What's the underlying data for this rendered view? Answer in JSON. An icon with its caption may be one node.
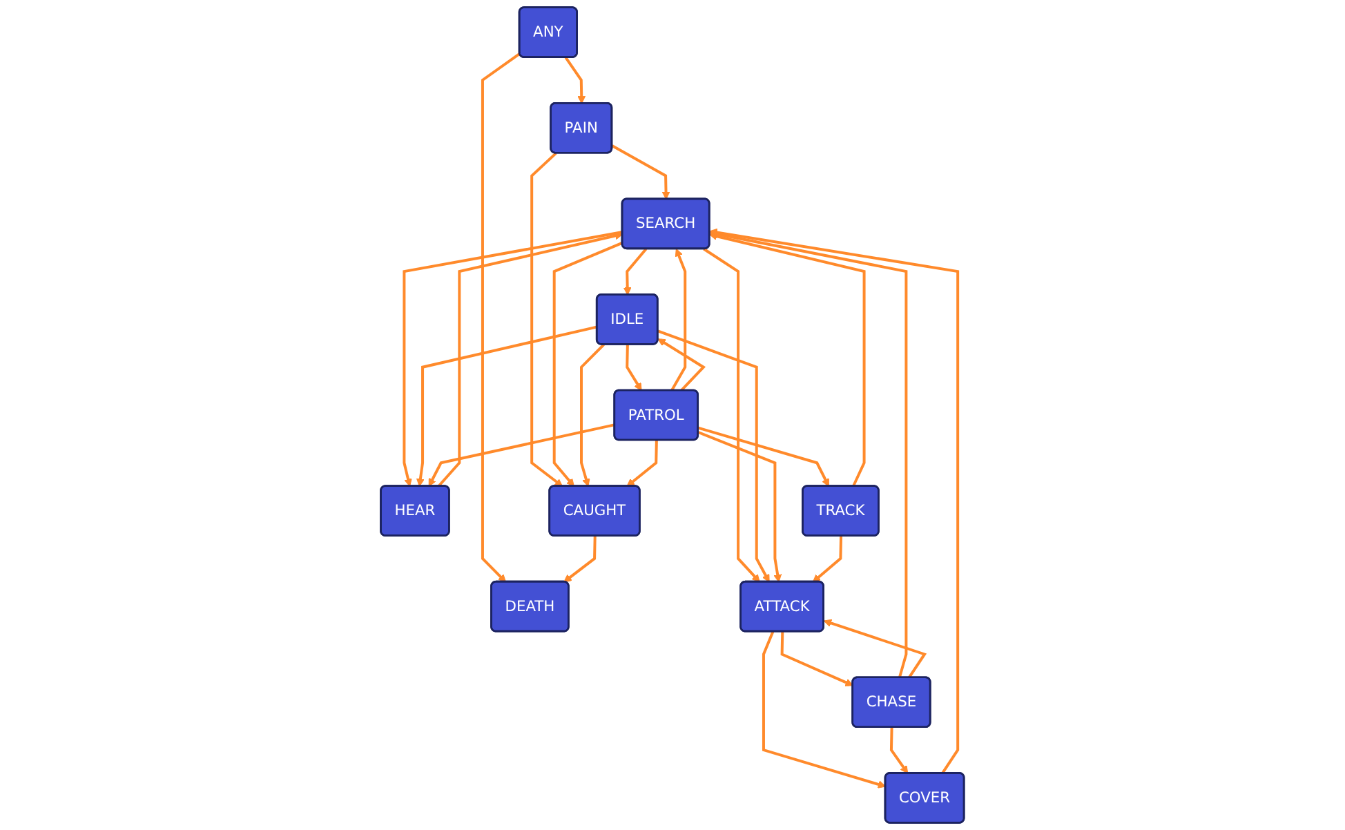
{
  "diagram": {
    "nodes": [
      {
        "text": [
          "PAIN"
        ]
      },
      {
        "text": [
          "ANY"
        ]
      },
      {
        "text": [
          "DEATH"
        ]
      },
      {
        "text": [
          "HEAR"
        ]
      },
      {
        "text": [
          "SEARCH"
        ]
      },
      {
        "text": [
          "CAUGHT"
        ]
      },
      {
        "text": [
          "IDLE"
        ]
      },
      {
        "text": [
          "PATROL"
        ]
      },
      {
        "text": [
          "TRACK"
        ]
      },
      {
        "text": [
          "ATTACK"
        ]
      },
      {
        "text": [
          "COVER"
        ]
      },
      {
        "text": [
          "CHASE"
        ]
      }
    ],
    "edges": [
      {
        "from": 1,
        "to": 0,
        "arrow": "to"
      },
      {
        "from": 1,
        "to": 2,
        "arrow": "to"
      },
      {
        "from": 0,
        "to": 4,
        "arrow": "to"
      },
      {
        "from": 0,
        "to": 5,
        "arrow": "to"
      },
      {
        "from": 5,
        "to": 2,
        "arrow": "to"
      },
      {
        "from": 4,
        "to": 5,
        "arrow": "to"
      },
      {
        "from": 4,
        "to": 6,
        "arrow": "to"
      },
      {
        "from": 3,
        "to": 4,
        "arrow": "to"
      },
      {
        "from": 4,
        "to": 3,
        "arrow": "to"
      },
      {
        "from": 6,
        "to": 3,
        "arrow": "to"
      },
      {
        "from": 7,
        "to": 3,
        "arrow": "to"
      },
      {
        "from": 7,
        "to": 4,
        "arrow": "to"
      },
      {
        "from": 8,
        "to": 4,
        "arrow": "to"
      },
      {
        "from": 4,
        "to": 9,
        "arrow": "to"
      },
      {
        "from": 11,
        "to": 4,
        "arrow": "to"
      },
      {
        "from": 10,
        "to": 4,
        "arrow": "to"
      },
      {
        "from": 6,
        "to": 5,
        "arrow": "to"
      },
      {
        "from": 6,
        "to": 7,
        "arrow": "to"
      },
      {
        "from": 7,
        "to": 6,
        "arrow": "to"
      },
      {
        "from": 7,
        "to": 5,
        "arrow": "to"
      },
      {
        "from": 6,
        "to": 9,
        "arrow": "to"
      },
      {
        "from": 7,
        "to": 8,
        "arrow": "to"
      },
      {
        "from": 7,
        "to": 9,
        "arrow": "to"
      },
      {
        "from": 8,
        "to": 9,
        "arrow": "to"
      },
      {
        "from": 9,
        "to": 10,
        "arrow": "to"
      },
      {
        "from": 9,
        "to": 11,
        "arrow": "to"
      },
      {
        "from": 11,
        "to": 9,
        "arrow": "to"
      },
      {
        "from": 11,
        "to": 10,
        "arrow": "to"
      }
    ]
  }
}
